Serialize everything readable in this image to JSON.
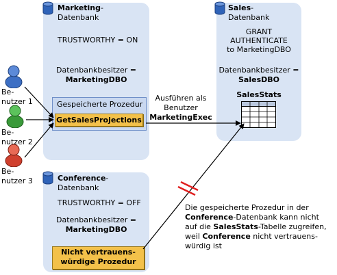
{
  "marketing_db": {
    "name": "Marketing",
    "suffix": "-",
    "sub": "Datenbank",
    "trustworthy": "TRUSTWORTHY = ON",
    "owner_label": "Datenbankbesitzer =",
    "owner_value": "MarketingDBO",
    "proc_label": "Gespeicherte Prozedur",
    "proc_name": "GetSalesProjections"
  },
  "sales_db": {
    "name": "Sales",
    "suffix": "-",
    "sub": "Datenbank",
    "grant_lines": [
      "GRANT",
      "AUTHENTICATE",
      "to MarketingDBO"
    ],
    "owner_label": "Datenbankbesitzer =",
    "owner_value": "SalesDBO",
    "table_name": "SalesStats"
  },
  "conference_db": {
    "name": "Conference",
    "suffix": "-",
    "sub": "Datenbank",
    "trustworthy": "TRUSTWORTHY = OFF",
    "owner_label": "Datenbankbesitzer =",
    "owner_value": "MarketingDBO",
    "proc_lines": [
      "Nicht vertrauens-",
      "würdige Prozedur"
    ]
  },
  "users": [
    {
      "line1": "Be-",
      "line2": "nutzer 1",
      "color": "#3d6fc4"
    },
    {
      "line1": "Be-",
      "line2": "nutzer 2",
      "color": "#3a9a3a"
    },
    {
      "line1": "Be-",
      "line2": "nutzer 3",
      "color": "#d0402e"
    }
  ],
  "execute_as": {
    "line1": "Ausführen als",
    "line2": "Benutzer",
    "line3": "MarketingExec"
  },
  "note": {
    "line1_pre": "Die gespeicherte Prozedur in der",
    "line2_b": "Conference",
    "line2_rest": "-Datenbank kann nicht",
    "line3_pre": "auf die ",
    "line3_b": "SalesStats",
    "line3_rest": "-Tabelle zugreifen,",
    "line4_pre": "weil ",
    "line4_b": "Conference",
    "line4_rest": " nicht vertrauens-",
    "line5": "würdig ist"
  },
  "colors": {
    "panel": "#d9e4f4",
    "proc_yellow": "#f3c14a",
    "broken_link": "#e02020"
  }
}
